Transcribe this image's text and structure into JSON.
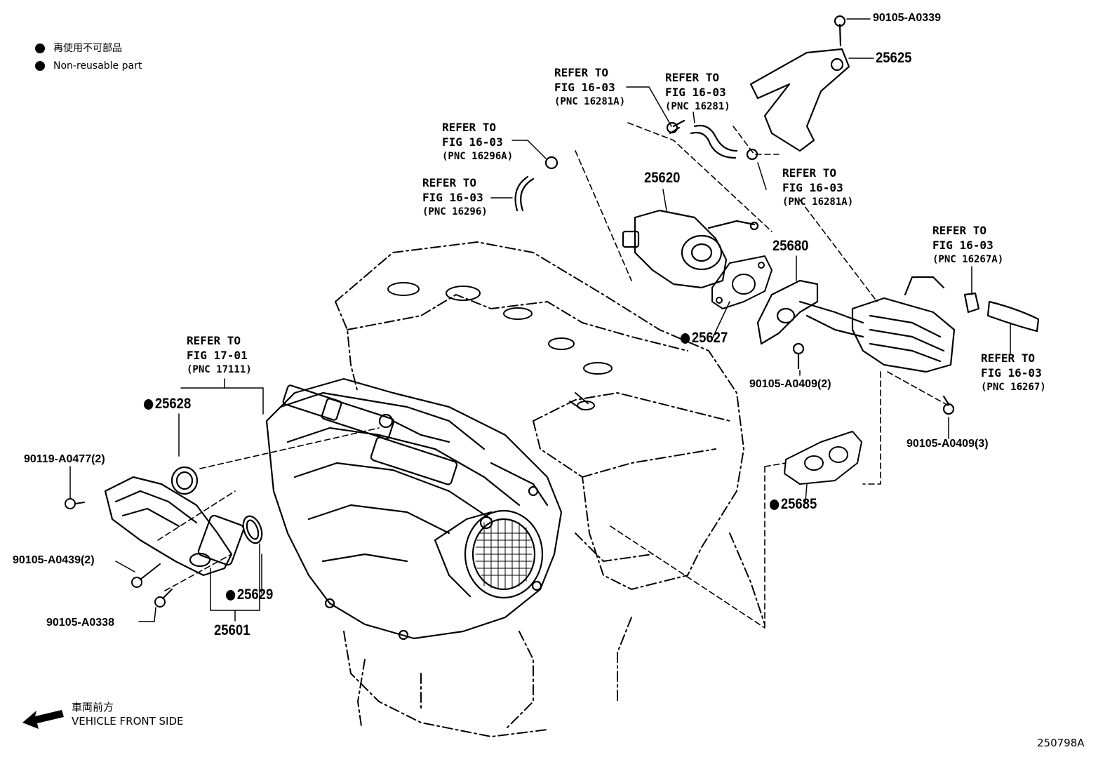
{
  "legend": {
    "jp": "再使用不可部品",
    "en": "Non-reusable part"
  },
  "direction": {
    "jp": "車両前方",
    "en": "VEHICLE FRONT SIDE"
  },
  "figure_code": "250798A",
  "refer": {
    "r16281a_top": {
      "l1": "REFER TO",
      "l2": "FIG 16-03",
      "l3": "(PNC 16281A)"
    },
    "r16281": {
      "l1": "REFER TO",
      "l2": "FIG 16-03",
      "l3": "(PNC 16281)"
    },
    "r16296a": {
      "l1": "REFER TO",
      "l2": "FIG 16-03",
      "l3": "(PNC 16296A)"
    },
    "r16296": {
      "l1": "REFER TO",
      "l2": "FIG 16-03",
      "l3": "(PNC 16296)"
    },
    "r16281a_mid": {
      "l1": "REFER TO",
      "l2": "FIG 16-03",
      "l3": "(PNC 16281A)"
    },
    "r16267a": {
      "l1": "REFER TO",
      "l2": "FIG 16-03",
      "l3": "(PNC 16267A)"
    },
    "r16267": {
      "l1": "REFER TO",
      "l2": "FIG 16-03",
      "l3": "(PNC 16267)"
    },
    "r17111": {
      "l1": "REFER TO",
      "l2": "FIG 17-01",
      "l3": "(PNC 17111)"
    }
  },
  "parts": {
    "p90105_a0339": "90105-A0339",
    "p25625": "25625",
    "p25620": "25620",
    "p25680": "25680",
    "p25627": "25627",
    "p90105_a0409_2": "90105-A0409(2)",
    "p90105_a0409_3": "90105-A0409(3)",
    "p25685": "25685",
    "p25628": "25628",
    "p90119_a0477_2": "90119-A0477(2)",
    "p90105_a0439_2": "90105-A0439(2)",
    "p25629": "25629",
    "p25601": "25601",
    "p90105_a0338": "90105-A0338"
  }
}
